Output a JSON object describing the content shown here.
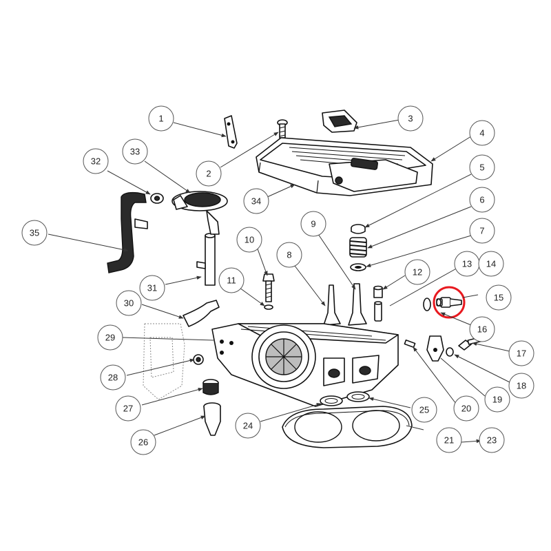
{
  "highlight_color": "#e8191f",
  "highlighted_part": "15",
  "callouts": [
    {
      "id": "c1",
      "label": "1"
    },
    {
      "id": "c2",
      "label": "2"
    },
    {
      "id": "c3",
      "label": "3"
    },
    {
      "id": "c4",
      "label": "4"
    },
    {
      "id": "c5",
      "label": "5"
    },
    {
      "id": "c6",
      "label": "6"
    },
    {
      "id": "c7",
      "label": "7"
    },
    {
      "id": "c8",
      "label": "8"
    },
    {
      "id": "c9",
      "label": "9"
    },
    {
      "id": "c10",
      "label": "10"
    },
    {
      "id": "c11",
      "label": "11"
    },
    {
      "id": "c12",
      "label": "12"
    },
    {
      "id": "c13",
      "label": "13"
    },
    {
      "id": "c14",
      "label": "14"
    },
    {
      "id": "c15",
      "label": "15"
    },
    {
      "id": "c16",
      "label": "16"
    },
    {
      "id": "c17",
      "label": "17"
    },
    {
      "id": "c18",
      "label": "18"
    },
    {
      "id": "c19",
      "label": "19"
    },
    {
      "id": "c20",
      "label": "20"
    },
    {
      "id": "c21",
      "label": "21"
    },
    {
      "id": "c23",
      "label": "23"
    },
    {
      "id": "c24",
      "label": "24"
    },
    {
      "id": "c25",
      "label": "25"
    },
    {
      "id": "c26",
      "label": "26"
    },
    {
      "id": "c27",
      "label": "27"
    },
    {
      "id": "c28",
      "label": "28"
    },
    {
      "id": "c29",
      "label": "29"
    },
    {
      "id": "c30",
      "label": "30"
    },
    {
      "id": "c31",
      "label": "31"
    },
    {
      "id": "c32",
      "label": "32"
    },
    {
      "id": "c33",
      "label": "33"
    },
    {
      "id": "c34",
      "label": "34"
    },
    {
      "id": "c35",
      "label": "35"
    }
  ]
}
